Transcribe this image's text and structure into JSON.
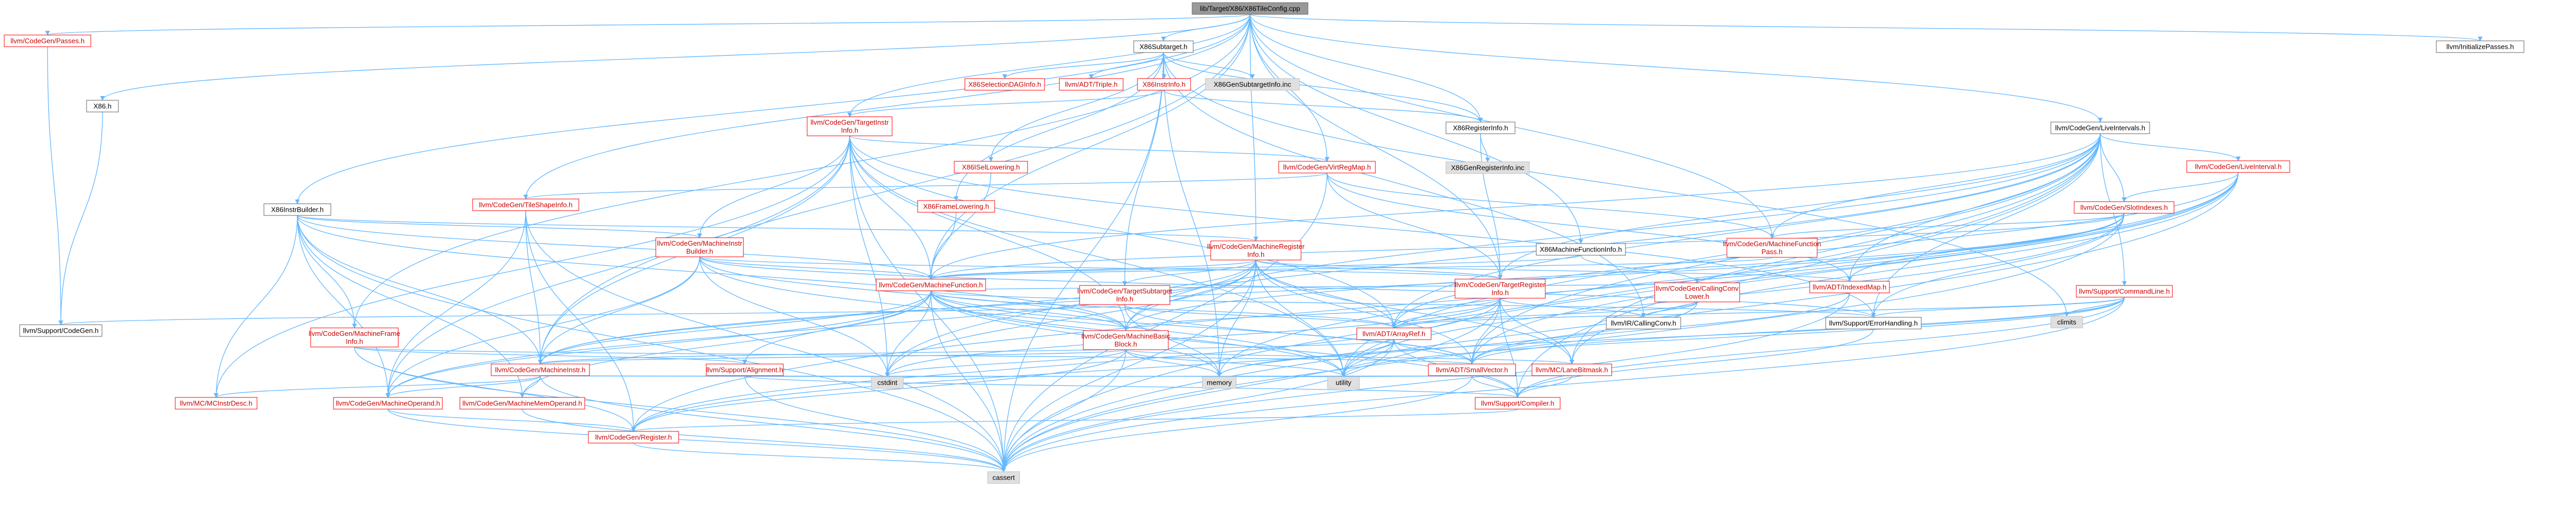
{
  "colors": {
    "root_fill": "#999999",
    "root_text": "#000000",
    "red_stroke": "#ff0000",
    "red_text": "#cc0000",
    "gray_stroke": "#666666",
    "gray_text": "#000000",
    "system_fill": "#e0e0e0",
    "node_fill": "#ffffff",
    "edge": "#63b8ff"
  },
  "nodes": {
    "root": {
      "label": "lib/Target/X86/X86TileConfig.cpp",
      "kind": "root"
    },
    "passes": {
      "label": "llvm/CodeGen/Passes.h",
      "kind": "red"
    },
    "x86h": {
      "label": "X86.h",
      "kind": "gray"
    },
    "instrbuilder": {
      "label": "X86InstrBuilder.h",
      "kind": "gray"
    },
    "subtarget": {
      "label": "X86Subtarget.h",
      "kind": "gray"
    },
    "seldag": {
      "label": "X86SelectionDAGInfo.h",
      "kind": "red"
    },
    "triple": {
      "label": "llvm/ADT/Triple.h",
      "kind": "red"
    },
    "instrinfo": {
      "label": "X86InstrInfo.h",
      "kind": "red"
    },
    "gensubinc": {
      "label": "X86GenSubtargetInfo.inc",
      "kind": "system"
    },
    "reginfo": {
      "label": "X86RegisterInfo.h",
      "kind": "gray"
    },
    "genreginc": {
      "label": "X86GenRegisterInfo.inc",
      "kind": "system"
    },
    "liveintervals": {
      "label": "llvm/CodeGen/LiveIntervals.h",
      "kind": "gray"
    },
    "initpasses": {
      "label": "llvm/InitializePasses.h",
      "kind": "gray"
    },
    "targetinstr": {
      "label": "llvm/CodeGen/TargetInstr Info.h",
      "kind": "red"
    },
    "isellowering": {
      "label": "X86ISelLowering.h",
      "kind": "red"
    },
    "virtreg": {
      "label": "llvm/CodeGen/VirtRegMap.h",
      "kind": "red"
    },
    "liveinterval": {
      "label": "llvm/CodeGen/LiveInterval.h",
      "kind": "red"
    },
    "slotindexes": {
      "label": "llvm/CodeGen/SlotIndexes.h",
      "kind": "red"
    },
    "tileshape": {
      "label": "llvm/CodeGen/TileShapeInfo.h",
      "kind": "red"
    },
    "framelow": {
      "label": "X86FrameLowering.h",
      "kind": "red"
    },
    "minstrbuilder": {
      "label": "llvm/CodeGen/MachineInstr Builder.h",
      "kind": "red"
    },
    "mreginfo": {
      "label": "llvm/CodeGen/MachineRegister Info.h",
      "kind": "red"
    },
    "mfuncinfo": {
      "label": "X86MachineFunctionInfo.h",
      "kind": "gray"
    },
    "mfuncpass": {
      "label": "llvm/CodeGen/MachineFunction Pass.h",
      "kind": "red"
    },
    "mfunction": {
      "label": "llvm/CodeGen/MachineFunction.h",
      "kind": "red"
    },
    "ttargetreg": {
      "label": "llvm/CodeGen/TargetRegister Info.h",
      "kind": "red"
    },
    "cclower": {
      "label": "llvm/CodeGen/CallingConv Lower.h",
      "kind": "red"
    },
    "indexedmap": {
      "label": "llvm/ADT/IndexedMap.h",
      "kind": "red"
    },
    "cmdline": {
      "label": "llvm/Support/CommandLine.h",
      "kind": "red"
    },
    "climits": {
      "label": "climits",
      "kind": "system"
    },
    "tsubtarget": {
      "label": "llvm/CodeGen/TargetSubtarget Info.h",
      "kind": "red"
    },
    "mframeinfo": {
      "label": "llvm/CodeGen/MachineFrame Info.h",
      "kind": "red"
    },
    "mbb": {
      "label": "llvm/CodeGen/MachineBasic Block.h",
      "kind": "red"
    },
    "arrayref": {
      "label": "llvm/ADT/ArrayRef.h",
      "kind": "red"
    },
    "callingconv": {
      "label": "llvm/IR/CallingConv.h",
      "kind": "gray"
    },
    "errhandling": {
      "label": "llvm/Support/ErrorHandling.h",
      "kind": "gray"
    },
    "supcodegen": {
      "label": "llvm/Support/CodeGen.h",
      "kind": "gray"
    },
    "alignment": {
      "label": "llvm/Support/Alignment.h",
      "kind": "red"
    },
    "minstr": {
      "label": "llvm/CodeGen/MachineInstr.h",
      "kind": "red"
    },
    "smallvector": {
      "label": "llvm/ADT/SmallVector.h",
      "kind": "red"
    },
    "lanebitmask": {
      "label": "llvm/MC/LaneBitmask.h",
      "kind": "red"
    },
    "cstdint": {
      "label": "cstdint",
      "kind": "system"
    },
    "memory": {
      "label": "memory",
      "kind": "system"
    },
    "utility": {
      "label": "utility",
      "kind": "system"
    },
    "mcinstrdesc": {
      "label": "llvm/MC/MCInstrDesc.h",
      "kind": "red"
    },
    "moperand": {
      "label": "llvm/CodeGen/MachineOperand.h",
      "kind": "red"
    },
    "mmemoperand": {
      "label": "llvm/CodeGen/MachineMemOperand.h",
      "kind": "red"
    },
    "compiler": {
      "label": "llvm/Support/Compiler.h",
      "kind": "red"
    },
    "register": {
      "label": "llvm/CodeGen/Register.h",
      "kind": "red"
    },
    "cassert": {
      "label": "cassert",
      "kind": "system"
    }
  },
  "edges": [
    [
      "root",
      "passes"
    ],
    [
      "root",
      "x86h"
    ],
    [
      "root",
      "instrbuilder"
    ],
    [
      "root",
      "subtarget"
    ],
    [
      "root",
      "reginfo"
    ],
    [
      "root",
      "liveintervals"
    ],
    [
      "root",
      "initpasses"
    ],
    [
      "root",
      "targetinstr"
    ],
    [
      "root",
      "virtreg"
    ],
    [
      "root",
      "tileshape"
    ],
    [
      "root",
      "mframeinfo"
    ],
    [
      "root",
      "mfunction"
    ],
    [
      "root",
      "mfuncpass"
    ],
    [
      "root",
      "mreginfo"
    ],
    [
      "root",
      "mfuncinfo"
    ],
    [
      "root",
      "minstr"
    ],
    [
      "root",
      "ttargetreg"
    ],
    [
      "passes",
      "supcodegen"
    ],
    [
      "x86h",
      "supcodegen"
    ],
    [
      "instrbuilder",
      "minstrbuilder"
    ],
    [
      "instrbuilder",
      "mframeinfo"
    ],
    [
      "instrbuilder",
      "minstr"
    ],
    [
      "instrbuilder",
      "mcinstrdesc"
    ],
    [
      "instrbuilder",
      "moperand"
    ],
    [
      "instrbuilder",
      "mmemoperand"
    ],
    [
      "instrbuilder",
      "cassert"
    ],
    [
      "instrbuilder",
      "mfunction"
    ],
    [
      "instrbuilder",
      "mreginfo"
    ],
    [
      "instrbuilder",
      "mbb"
    ],
    [
      "subtarget",
      "seldag"
    ],
    [
      "subtarget",
      "triple"
    ],
    [
      "subtarget",
      "instrinfo"
    ],
    [
      "subtarget",
      "gensubinc"
    ],
    [
      "subtarget",
      "reginfo"
    ],
    [
      "subtarget",
      "isellowering"
    ],
    [
      "subtarget",
      "framelow"
    ],
    [
      "subtarget",
      "tsubtarget"
    ],
    [
      "subtarget",
      "climits"
    ],
    [
      "subtarget",
      "memory"
    ],
    [
      "subtarget",
      "callingconv"
    ],
    [
      "subtarget",
      "cassert"
    ],
    [
      "instrinfo",
      "targetinstr"
    ],
    [
      "instrinfo",
      "reginfo"
    ],
    [
      "reginfo",
      "genreginc"
    ],
    [
      "reginfo",
      "ttargetreg"
    ],
    [
      "liveintervals",
      "liveinterval"
    ],
    [
      "liveintervals",
      "slotindexes"
    ],
    [
      "liveintervals",
      "mfuncpass"
    ],
    [
      "liveintervals",
      "indexedmap"
    ],
    [
      "liveintervals",
      "cmdline"
    ],
    [
      "liveintervals",
      "errhandling"
    ],
    [
      "liveintervals",
      "compiler"
    ],
    [
      "liveintervals",
      "arrayref"
    ],
    [
      "liveintervals",
      "smallvector"
    ],
    [
      "liveintervals",
      "mbb"
    ],
    [
      "liveintervals",
      "cassert"
    ],
    [
      "liveintervals",
      "cstdint"
    ],
    [
      "liveintervals",
      "utility"
    ],
    [
      "liveintervals",
      "ttargetreg"
    ],
    [
      "liveintervals",
      "lanebitmask"
    ],
    [
      "liveintervals",
      "mfunction"
    ],
    [
      "targetinstr",
      "minstrbuilder"
    ],
    [
      "targetinstr",
      "mfunction"
    ],
    [
      "targetinstr",
      "mbb"
    ],
    [
      "targetinstr",
      "minstr"
    ],
    [
      "targetinstr",
      "moperand"
    ],
    [
      "targetinstr",
      "arrayref"
    ],
    [
      "targetinstr",
      "errhandling"
    ],
    [
      "targetinstr",
      "cassert"
    ],
    [
      "targetinstr",
      "cstdint"
    ],
    [
      "targetinstr",
      "utility"
    ],
    [
      "targetinstr",
      "mcinstrdesc"
    ],
    [
      "targetinstr",
      "virtreg"
    ],
    [
      "isellowering",
      "mfunction"
    ],
    [
      "framelow",
      "mfunction"
    ],
    [
      "virtreg",
      "tileshape"
    ],
    [
      "virtreg",
      "indexedmap"
    ],
    [
      "virtreg",
      "mfuncpass"
    ],
    [
      "virtreg",
      "ttargetreg"
    ],
    [
      "virtreg",
      "cassert"
    ],
    [
      "liveinterval",
      "slotindexes"
    ],
    [
      "liveinterval",
      "arrayref"
    ],
    [
      "liveinterval",
      "smallvector"
    ],
    [
      "liveinterval",
      "register"
    ],
    [
      "liveinterval",
      "lanebitmask"
    ],
    [
      "liveinterval",
      "cassert"
    ],
    [
      "liveinterval",
      "memory"
    ],
    [
      "liveinterval",
      "utility"
    ],
    [
      "slotindexes",
      "mfunction"
    ],
    [
      "slotindexes",
      "mbb"
    ],
    [
      "slotindexes",
      "mfuncpass"
    ],
    [
      "slotindexes",
      "indexedmap"
    ],
    [
      "slotindexes",
      "errhandling"
    ],
    [
      "slotindexes",
      "cassert"
    ],
    [
      "slotindexes",
      "utility"
    ],
    [
      "slotindexes",
      "minstr"
    ],
    [
      "tileshape",
      "moperand"
    ],
    [
      "tileshape",
      "minstr"
    ],
    [
      "tileshape",
      "register"
    ],
    [
      "tileshape",
      "cassert"
    ],
    [
      "minstrbuilder",
      "minstr"
    ],
    [
      "minstrbuilder",
      "moperand"
    ],
    [
      "minstrbuilder",
      "mbb"
    ],
    [
      "minstrbuilder",
      "mfunction"
    ],
    [
      "minstrbuilder",
      "ttargetreg"
    ],
    [
      "minstrbuilder",
      "errhandling"
    ],
    [
      "minstrbuilder",
      "cstdint"
    ],
    [
      "minstrbuilder",
      "utility"
    ],
    [
      "mreginfo",
      "mfunction"
    ],
    [
      "mreginfo",
      "mbb"
    ],
    [
      "mreginfo",
      "minstr"
    ],
    [
      "mreginfo",
      "moperand"
    ],
    [
      "mreginfo",
      "ttargetreg"
    ],
    [
      "mreginfo",
      "indexedmap"
    ],
    [
      "mreginfo",
      "arrayref"
    ],
    [
      "mreginfo",
      "smallvector"
    ],
    [
      "mreginfo",
      "lanebitmask"
    ],
    [
      "mreginfo",
      "memory"
    ],
    [
      "mreginfo",
      "utility"
    ],
    [
      "mreginfo",
      "cassert"
    ],
    [
      "mreginfo",
      "cstdint"
    ],
    [
      "mreginfo",
      "tsubtarget"
    ],
    [
      "mfuncinfo",
      "mfunction"
    ],
    [
      "mfuncinfo",
      "cclower"
    ],
    [
      "mfuncpass",
      "mfunction"
    ],
    [
      "mfunction",
      "mbb"
    ],
    [
      "mfunction",
      "minstr"
    ],
    [
      "mfunction",
      "moperand"
    ],
    [
      "mfunction",
      "mmemoperand"
    ],
    [
      "mfunction",
      "arrayref"
    ],
    [
      "mfunction",
      "smallvector"
    ],
    [
      "mfunction",
      "alignment"
    ],
    [
      "mfunction",
      "compiler"
    ],
    [
      "mfunction",
      "errhandling"
    ],
    [
      "mfunction",
      "cstdint"
    ],
    [
      "mfunction",
      "memory"
    ],
    [
      "mfunction",
      "utility"
    ],
    [
      "mfunction",
      "cassert"
    ],
    [
      "ttargetreg",
      "arrayref"
    ],
    [
      "ttargetreg",
      "smallvector"
    ],
    [
      "ttargetreg",
      "lanebitmask"
    ],
    [
      "ttargetreg",
      "callingconv"
    ],
    [
      "ttargetreg",
      "compiler"
    ],
    [
      "ttargetreg",
      "cassert"
    ],
    [
      "ttargetreg",
      "cstdint"
    ],
    [
      "ttargetreg",
      "mbb"
    ],
    [
      "ttargetreg",
      "register"
    ],
    [
      "cclower",
      "arrayref"
    ],
    [
      "cclower",
      "smallvector"
    ],
    [
      "cclower",
      "callingconv"
    ],
    [
      "cclower",
      "register"
    ],
    [
      "cclower",
      "mfunction"
    ],
    [
      "indexedmap",
      "smallvector"
    ],
    [
      "indexedmap",
      "cassert"
    ],
    [
      "cmdline",
      "arrayref"
    ],
    [
      "cmdline",
      "smallvector"
    ],
    [
      "cmdline",
      "errhandling"
    ],
    [
      "cmdline",
      "climits"
    ],
    [
      "cmdline",
      "cassert"
    ],
    [
      "cmdline",
      "memory"
    ],
    [
      "cmdline",
      "utility"
    ],
    [
      "cmdline",
      "compiler"
    ],
    [
      "tsubtarget",
      "arrayref"
    ],
    [
      "tsubtarget",
      "supcodegen"
    ],
    [
      "tsubtarget",
      "memory"
    ],
    [
      "tsubtarget",
      "smallvector"
    ],
    [
      "mframeinfo",
      "alignment"
    ],
    [
      "mframeinfo",
      "register"
    ],
    [
      "mframeinfo",
      "smallvector"
    ],
    [
      "mframeinfo",
      "cassert"
    ],
    [
      "mbb",
      "minstr"
    ],
    [
      "mbb",
      "register"
    ],
    [
      "mbb",
      "lanebitmask"
    ],
    [
      "mbb",
      "cassert"
    ],
    [
      "mbb",
      "memory"
    ],
    [
      "mbb",
      "utility"
    ],
    [
      "mbb",
      "cstdint"
    ],
    [
      "arrayref",
      "smallvector"
    ],
    [
      "arrayref",
      "compiler"
    ],
    [
      "arrayref",
      "cassert"
    ],
    [
      "arrayref",
      "memory"
    ],
    [
      "arrayref",
      "utility"
    ],
    [
      "alignment",
      "cassert"
    ],
    [
      "alignment",
      "compiler"
    ],
    [
      "minstr",
      "moperand"
    ],
    [
      "minstr",
      "mmemoperand"
    ],
    [
      "minstr",
      "mcinstrdesc"
    ],
    [
      "minstr",
      "arrayref"
    ],
    [
      "minstr",
      "cstdint"
    ],
    [
      "minstr",
      "utility"
    ],
    [
      "minstr",
      "cassert"
    ],
    [
      "smallvector",
      "compiler"
    ],
    [
      "smallvector",
      "cassert"
    ],
    [
      "smallvector",
      "memory"
    ],
    [
      "smallvector",
      "utility"
    ],
    [
      "lanebitmask",
      "compiler"
    ],
    [
      "lanebitmask",
      "cstdint"
    ],
    [
      "moperand",
      "register"
    ],
    [
      "moperand",
      "cassert"
    ],
    [
      "mmemoperand",
      "cassert"
    ],
    [
      "compiler",
      "register"
    ],
    [
      "register",
      "cassert"
    ],
    [
      "errhandling",
      "compiler"
    ]
  ]
}
